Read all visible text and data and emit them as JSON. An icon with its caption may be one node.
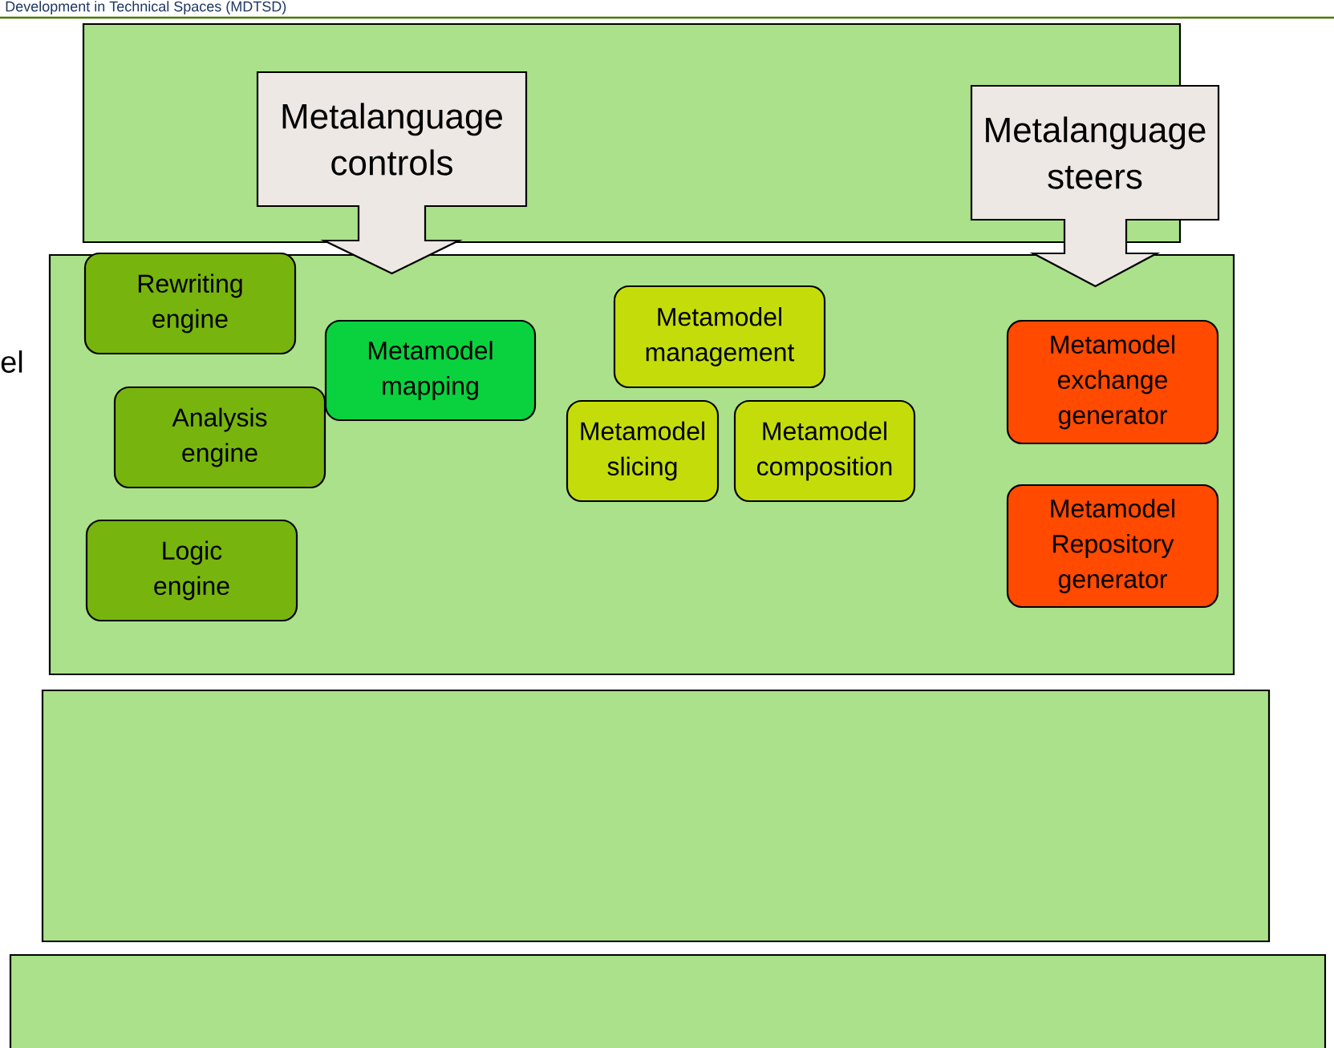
{
  "diagram": {
    "nodes": [
      {
        "text": [],
        "shape": "box"
      },
      {
        "text": [],
        "shape": "box"
      },
      {
        "text": [
          "Metalanguage controls"
        ]
      },
      {
        "text": [
          "Metalanguage steers"
        ]
      },
      {
        "text": [
          "Rewriting engine"
        ],
        "in": 1
      },
      {
        "text": [
          "Metamodel mapping"
        ],
        "in": 1
      },
      {
        "text": [
          "Analysis engine"
        ],
        "in": 1
      },
      {
        "text": [
          "Metamodel management"
        ],
        "in": 1
      },
      {
        "text": [
          "Metamodel slicing"
        ],
        "in": 1
      },
      {
        "text": [
          "Metamodel composition"
        ],
        "in": 1
      },
      {
        "text": [
          "Logic engine"
        ],
        "in": 1
      },
      {
        "text": [
          "Metamodel exchange generator"
        ],
        "in": 1
      },
      {
        "text": [
          "Metamodel Repository generator"
        ],
        "in": 1
      },
      {
        "text": [],
        "shape": "box"
      },
      {
        "text": [],
        "shape": "box"
      }
    ],
    "labels": [
      "Development in Technical Spaces (MDTSD)",
      "el"
    ]
  }
}
